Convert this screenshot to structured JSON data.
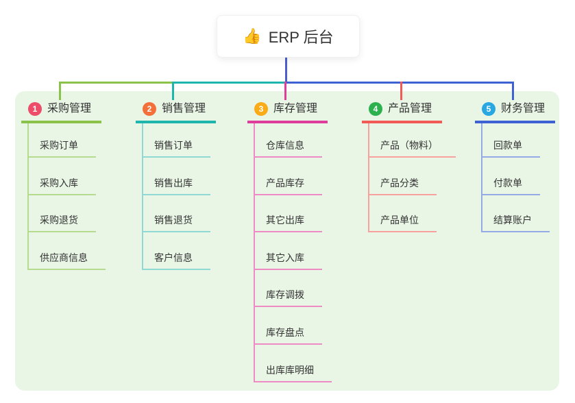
{
  "root": {
    "icon": "👍",
    "label": "ERP 后台",
    "stem_color": "#4a5ed0"
  },
  "panel": {
    "background": "#e9f6e6"
  },
  "text_color": "#333333",
  "branches": [
    {
      "badge": "1",
      "badge_color": "#ee4d6a",
      "label": "采购管理",
      "line_color": "#8bc34a",
      "child_line_color": "#b5dc8e",
      "children": [
        "采购订单",
        "采购入库",
        "采购退货",
        "供应商信息"
      ]
    },
    {
      "badge": "2",
      "badge_color": "#f4703a",
      "label": "销售管理",
      "line_color": "#1db5ac",
      "child_line_color": "#8ed9d4",
      "children": [
        "销售订单",
        "销售出库",
        "销售退货",
        "客户信息"
      ]
    },
    {
      "badge": "3",
      "badge_color": "#f9ab18",
      "label": "库存管理",
      "line_color": "#de3d9b",
      "child_line_color": "#ee8ac4",
      "children": [
        "仓库信息",
        "产品库存",
        "其它出库",
        "其它入库",
        "库存调拨",
        "库存盘点",
        "出库库明细"
      ]
    },
    {
      "badge": "4",
      "badge_color": "#2cb14e",
      "label": "产品管理",
      "line_color": "#f25a55",
      "child_line_color": "#f7a09d",
      "children": [
        "产品（物料）",
        "产品分类",
        "产品单位"
      ]
    },
    {
      "badge": "5",
      "badge_color": "#29a7e1",
      "label": "财务管理",
      "line_color": "#3e62d3",
      "child_line_color": "#93aae6",
      "children": [
        "回款单",
        "付款单",
        "结算账户"
      ]
    }
  ]
}
